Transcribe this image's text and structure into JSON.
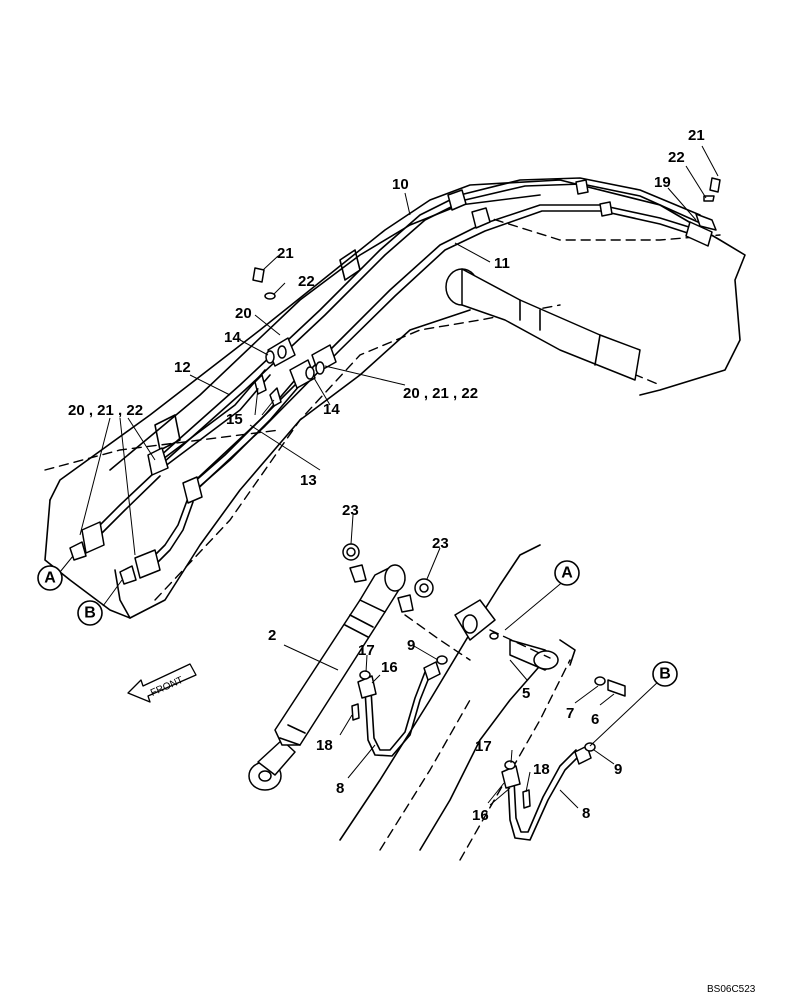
{
  "drawing_code": "BS06C523",
  "front_label": "FRONT",
  "callouts": {
    "a": "A",
    "b": "B"
  },
  "labels": {
    "p21_top": "21",
    "p22_top": "22",
    "p19": "19",
    "p10": "10",
    "p11": "11",
    "p21_mid": "21",
    "p22_mid": "22",
    "p20": "20",
    "p14_left": "14",
    "p12": "12",
    "p20_21_22_left": "20 , 21 , 22",
    "p15": "15",
    "p20_21_22_right": "20 , 21 , 22",
    "p14_right": "14",
    "p13": "13",
    "p23_left": "23",
    "p23_right": "23",
    "p2": "2",
    "p17_upper": "17",
    "p16_upper": "16",
    "p9_upper": "9",
    "p5": "5",
    "p7": "7",
    "p6": "6",
    "p18_left": "18",
    "p8_left": "8",
    "p9_right": "9",
    "p17_lower": "17",
    "p18_right": "18",
    "p16_lower": "16",
    "p8_right": "8"
  }
}
